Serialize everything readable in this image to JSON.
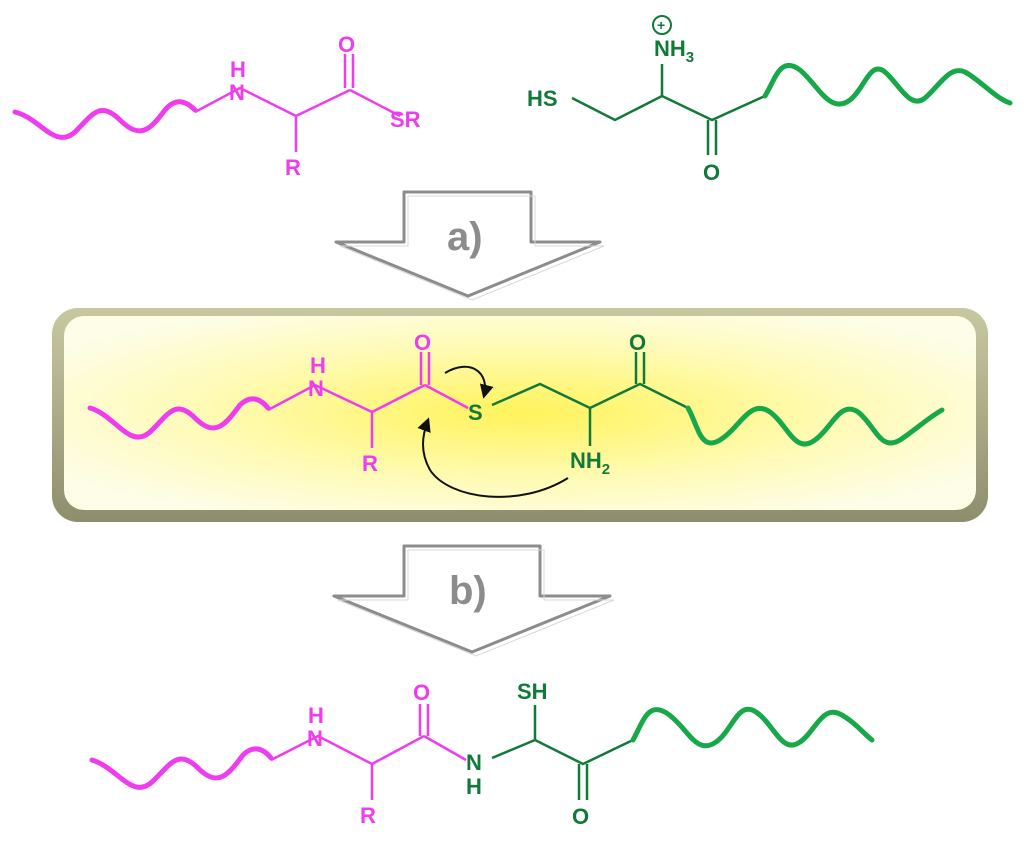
{
  "top_left": {
    "nh_h": "H",
    "nh_n": "N",
    "o": "O",
    "sr": "SR",
    "r": "R"
  },
  "top_right": {
    "charge": "+",
    "nh3": "NH",
    "nh3_sub": "3",
    "hs": "HS",
    "o": "O"
  },
  "arrow_a": {
    "label": "a)"
  },
  "middle": {
    "nh_h": "H",
    "nh_n": "N",
    "o_left": "O",
    "s": "S",
    "r": "R",
    "o_right": "O",
    "nh2": "NH",
    "nh2_sub": "2"
  },
  "arrow_b": {
    "label": "b)"
  },
  "bottom": {
    "nh_h": "H",
    "nh_n": "N",
    "o_left": "O",
    "amide_n": "N",
    "amide_h": "H",
    "r": "R",
    "sh": "SH",
    "o_right": "O"
  },
  "colors": {
    "magenta": "#ee3cee",
    "green_dark": "#117a3a",
    "green_chain": "#17a84a",
    "arrow_gray": "#8c8c8c",
    "panel": "#fff8a0"
  }
}
